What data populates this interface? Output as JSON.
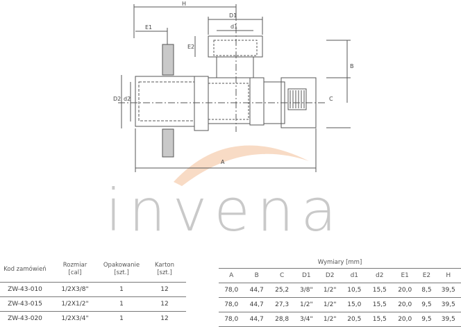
{
  "brand": {
    "logo_text": "invena"
  },
  "drawing": {
    "dim_labels": {
      "H": "H",
      "D1": "D1",
      "d1": "d1",
      "E1": "E1",
      "E2": "E2",
      "B": "B",
      "C": "C",
      "D2": "D2",
      "d2": "d2",
      "A": "A"
    }
  },
  "left_table": {
    "headers": [
      "Kod zamówień",
      "Rozmiar\n[cal]",
      "Opakowanie\n[szt.]",
      "Karton\n[szt.]"
    ],
    "rows": [
      [
        "ZW-43-010",
        "1/2X3/8\"",
        "1",
        "12"
      ],
      [
        "ZW-43-015",
        "1/2X1/2\"",
        "1",
        "12"
      ],
      [
        "ZW-43-020",
        "1/2X3/4\"",
        "1",
        "12"
      ]
    ]
  },
  "right_table": {
    "group_header": "Wymiary [mm]",
    "columns": [
      "A",
      "B",
      "C",
      "D1",
      "D2",
      "d1",
      "d2",
      "E1",
      "E2",
      "H"
    ],
    "rows": [
      [
        "78,0",
        "44,7",
        "25,2",
        "3/8\"",
        "1/2\"",
        "10,5",
        "15,5",
        "20,0",
        "8,5",
        "39,5"
      ],
      [
        "78,0",
        "44,7",
        "27,3",
        "1/2\"",
        "1/2\"",
        "15,0",
        "15,5",
        "20,0",
        "9,5",
        "39,5"
      ],
      [
        "78,0",
        "44,7",
        "28,8",
        "3/4\"",
        "1/2\"",
        "20,5",
        "15,5",
        "20,0",
        "9,5",
        "39,5"
      ]
    ]
  }
}
